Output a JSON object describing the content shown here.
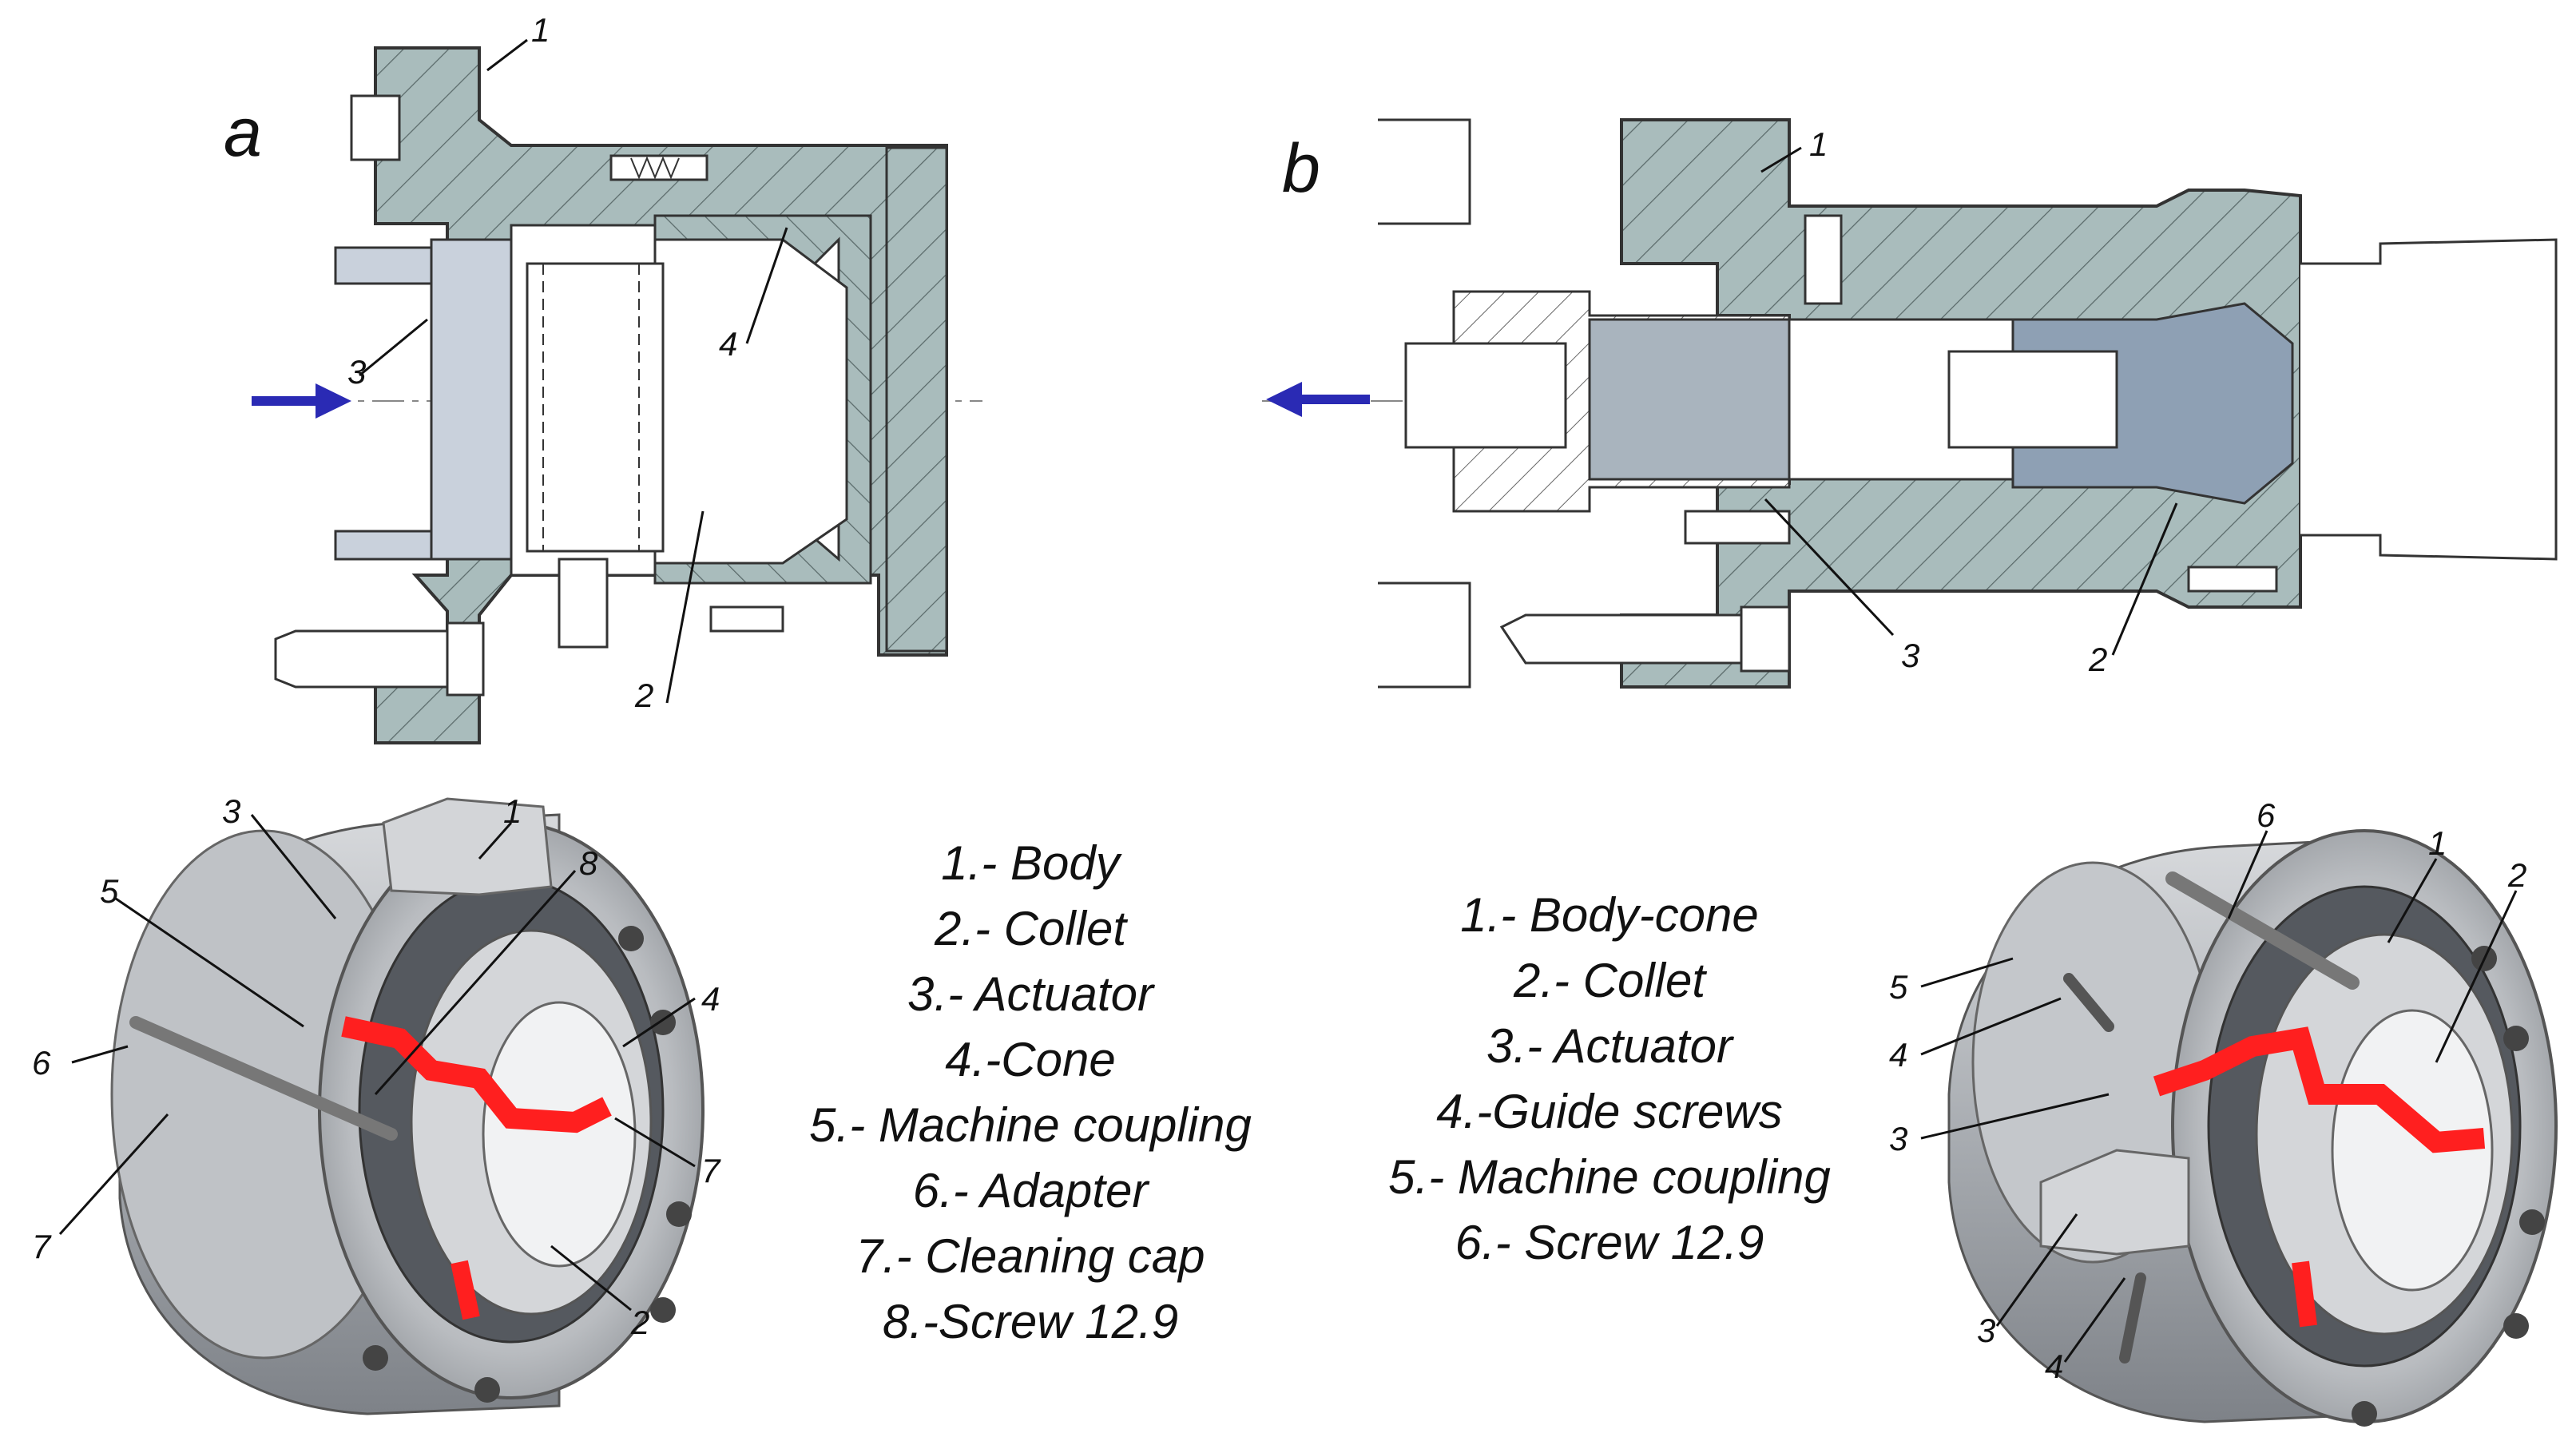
{
  "panel_a": {
    "label": "a",
    "callouts": [
      "1",
      "2",
      "3",
      "4"
    ]
  },
  "panel_b": {
    "label": "b",
    "callouts": [
      "1",
      "2",
      "3"
    ]
  },
  "model_left": {
    "callouts": [
      "1",
      "2",
      "3",
      "4",
      "5",
      "6",
      "7",
      "7",
      "8"
    ]
  },
  "model_right": {
    "callouts": [
      "1",
      "2",
      "3",
      "3",
      "4",
      "4",
      "5",
      "6"
    ]
  },
  "legend_left": [
    "1.- Body",
    "2.- Collet",
    "3.- Actuator",
    "4.-Cone",
    "5.- Machine coupling",
    "6.- Adapter",
    "7.- Cleaning cap",
    "8.-Screw 12.9"
  ],
  "legend_right": [
    "1.- Body-cone",
    "2.- Collet",
    "3.- Actuator",
    "4.-Guide screws",
    "5.- Machine coupling",
    "6.- Screw 12.9"
  ],
  "colors": {
    "section_fill": "#a9bcbc",
    "collet_fill": "#8ea0b4",
    "light_part": "#c9d1dc",
    "hatch_line": "#5a6a6a",
    "arrow": "#2a2ab4",
    "highlight_red": "#ff1f1f",
    "metal": "#b9bcc0",
    "metal_dark": "#6d7177"
  },
  "icons": {
    "flow_arrow_a": "arrow-right",
    "flow_arrow_b": "arrow-left"
  }
}
